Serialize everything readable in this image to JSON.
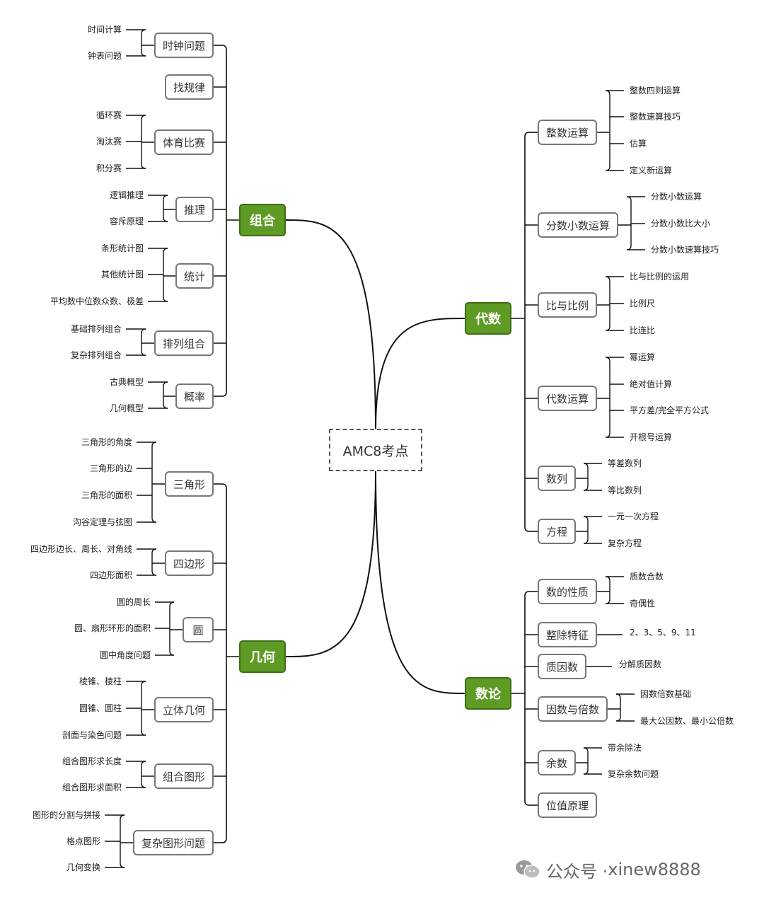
{
  "root": "AMC8考点",
  "branches": [
    {
      "label": "组合",
      "side": "left",
      "subs": [
        {
          "label": "时钟问题",
          "leaves": [
            "时间计算",
            "钟表问题"
          ]
        },
        {
          "label": "找规律",
          "leaves": []
        },
        {
          "label": "体育比赛",
          "leaves": [
            "循环赛",
            "淘汰赛",
            "积分赛"
          ]
        },
        {
          "label": "推理",
          "leaves": [
            "逻辑推理",
            "容斥原理"
          ]
        },
        {
          "label": "统计",
          "leaves": [
            "条形统计图",
            "其他统计图",
            "平均数中位数众数、极差"
          ]
        },
        {
          "label": "排列组合",
          "leaves": [
            "基础排列组合",
            "复杂排列组合"
          ]
        },
        {
          "label": "概率",
          "leaves": [
            "古典概型",
            "几何概型"
          ]
        }
      ]
    },
    {
      "label": "几何",
      "side": "left",
      "subs": [
        {
          "label": "三角形",
          "leaves": [
            "三角形的角度",
            "三角形的边",
            "三角形的面积",
            "沟谷定理与弦图"
          ]
        },
        {
          "label": "四边形",
          "leaves": [
            "四边形边长、周长、对角线",
            "四边形面积"
          ]
        },
        {
          "label": "圆",
          "leaves": [
            "圆的周长",
            "圆、扇形环形的面积",
            "圆中角度问题"
          ]
        },
        {
          "label": "立体几何",
          "leaves": [
            "棱锥、棱柱",
            "圆锥、圆柱",
            "剖面与染色问题"
          ]
        },
        {
          "label": "组合图形",
          "leaves": [
            "组合图形求长度",
            "组合图形求面积"
          ]
        },
        {
          "label": "复杂图形问题",
          "leaves": [
            "图形的分割与拼接",
            "格点图形",
            "几何变换"
          ]
        }
      ]
    },
    {
      "label": "代数",
      "side": "right",
      "subs": [
        {
          "label": "整数运算",
          "leaves": [
            "整数四则运算",
            "整数速算技巧",
            "估算",
            "定义新运算"
          ]
        },
        {
          "label": "分数小数运算",
          "leaves": [
            "分数小数运算",
            "分数小数比大小",
            "分数小数速算技巧"
          ]
        },
        {
          "label": "比与比例",
          "leaves": [
            "比与比例的运用",
            "比例尺",
            "比连比"
          ]
        },
        {
          "label": "代数运算",
          "leaves": [
            "幂运算",
            "绝对值计算",
            "平方差/完全平方公式",
            "开根号运算"
          ]
        },
        {
          "label": "数列",
          "leaves": [
            "等差数列",
            "等比数列"
          ]
        },
        {
          "label": "方程",
          "leaves": [
            "一元一次方程",
            "复杂方程"
          ]
        }
      ]
    },
    {
      "label": "数论",
      "side": "right",
      "subs": [
        {
          "label": "数的性质",
          "leaves": [
            "质数合数",
            "奇偶性"
          ]
        },
        {
          "label": "整除特征",
          "leaves": [
            "2、3、5、9、11"
          ]
        },
        {
          "label": "质因数",
          "leaves": [
            "分解质因数"
          ]
        },
        {
          "label": "因数与倍数",
          "leaves": [
            "因数倍数基础",
            "最大公因数、最小公倍数"
          ]
        },
        {
          "label": "余数",
          "leaves": [
            "带余除法",
            "复杂余数问题"
          ]
        },
        {
          "label": "位值原理",
          "leaves": []
        }
      ]
    }
  ],
  "watermark": {
    "prefix": "公众号 · ",
    "account": "xinew8888"
  }
}
